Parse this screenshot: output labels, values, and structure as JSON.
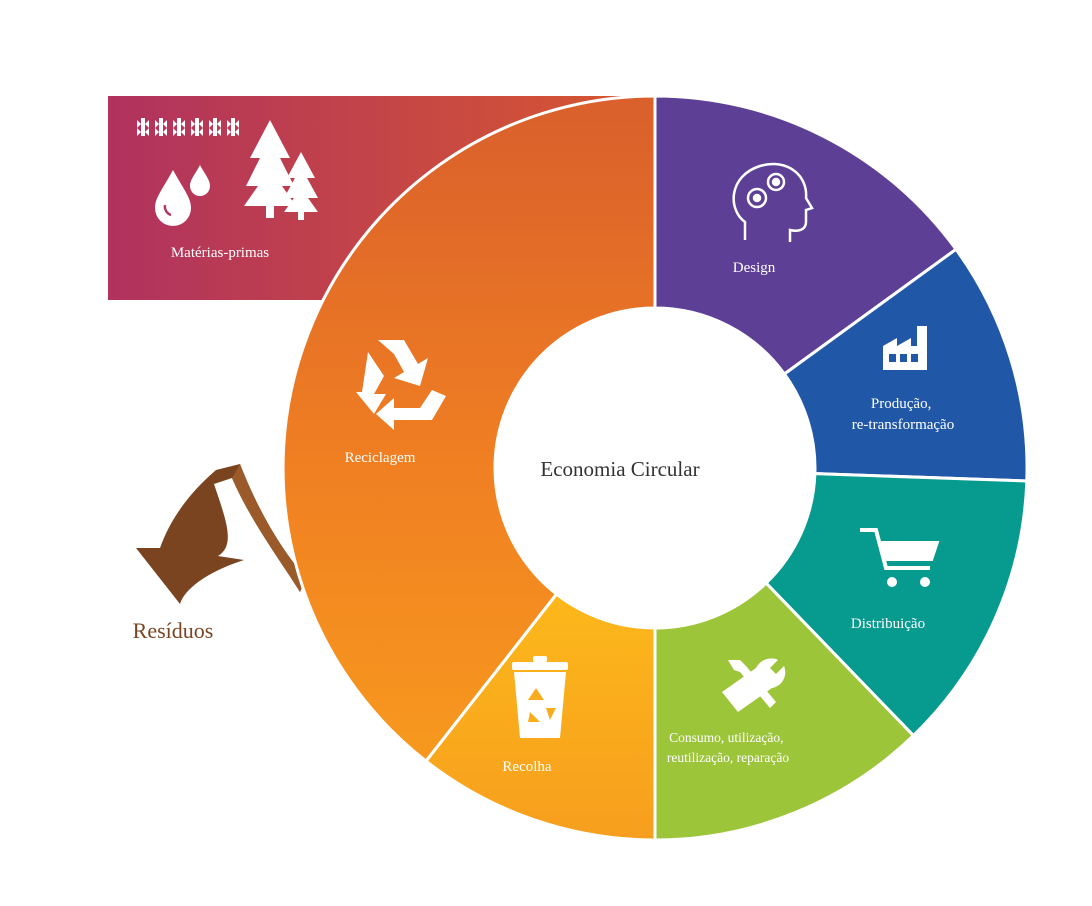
{
  "center": {
    "title": "Economia Circular"
  },
  "raw_materials": {
    "label": "Matérias-primas",
    "color": "#b23a60"
  },
  "waste": {
    "label": "Resíduos",
    "color": "#7b4420"
  },
  "stages": [
    {
      "label": "Design",
      "color": "#5d3f96",
      "icon": "head-gears-icon"
    },
    {
      "label_lines": [
        "Produção,",
        "re-transformação"
      ],
      "color": "#2058a7",
      "icon": "factory-icon"
    },
    {
      "label": "Distribuição",
      "color": "#079a8e",
      "icon": "shopping-cart-icon"
    },
    {
      "label_lines": [
        "Consumo, utilização,",
        "reutilização, reparação"
      ],
      "color": "#9cc53a",
      "icon": "tools-icon"
    },
    {
      "label": "Recolha",
      "color": "#f8ae1c",
      "icon": "recycle-bin-icon"
    },
    {
      "label": "Reciclagem",
      "color": "#ef7d22",
      "icon": "recycle-icon"
    }
  ]
}
